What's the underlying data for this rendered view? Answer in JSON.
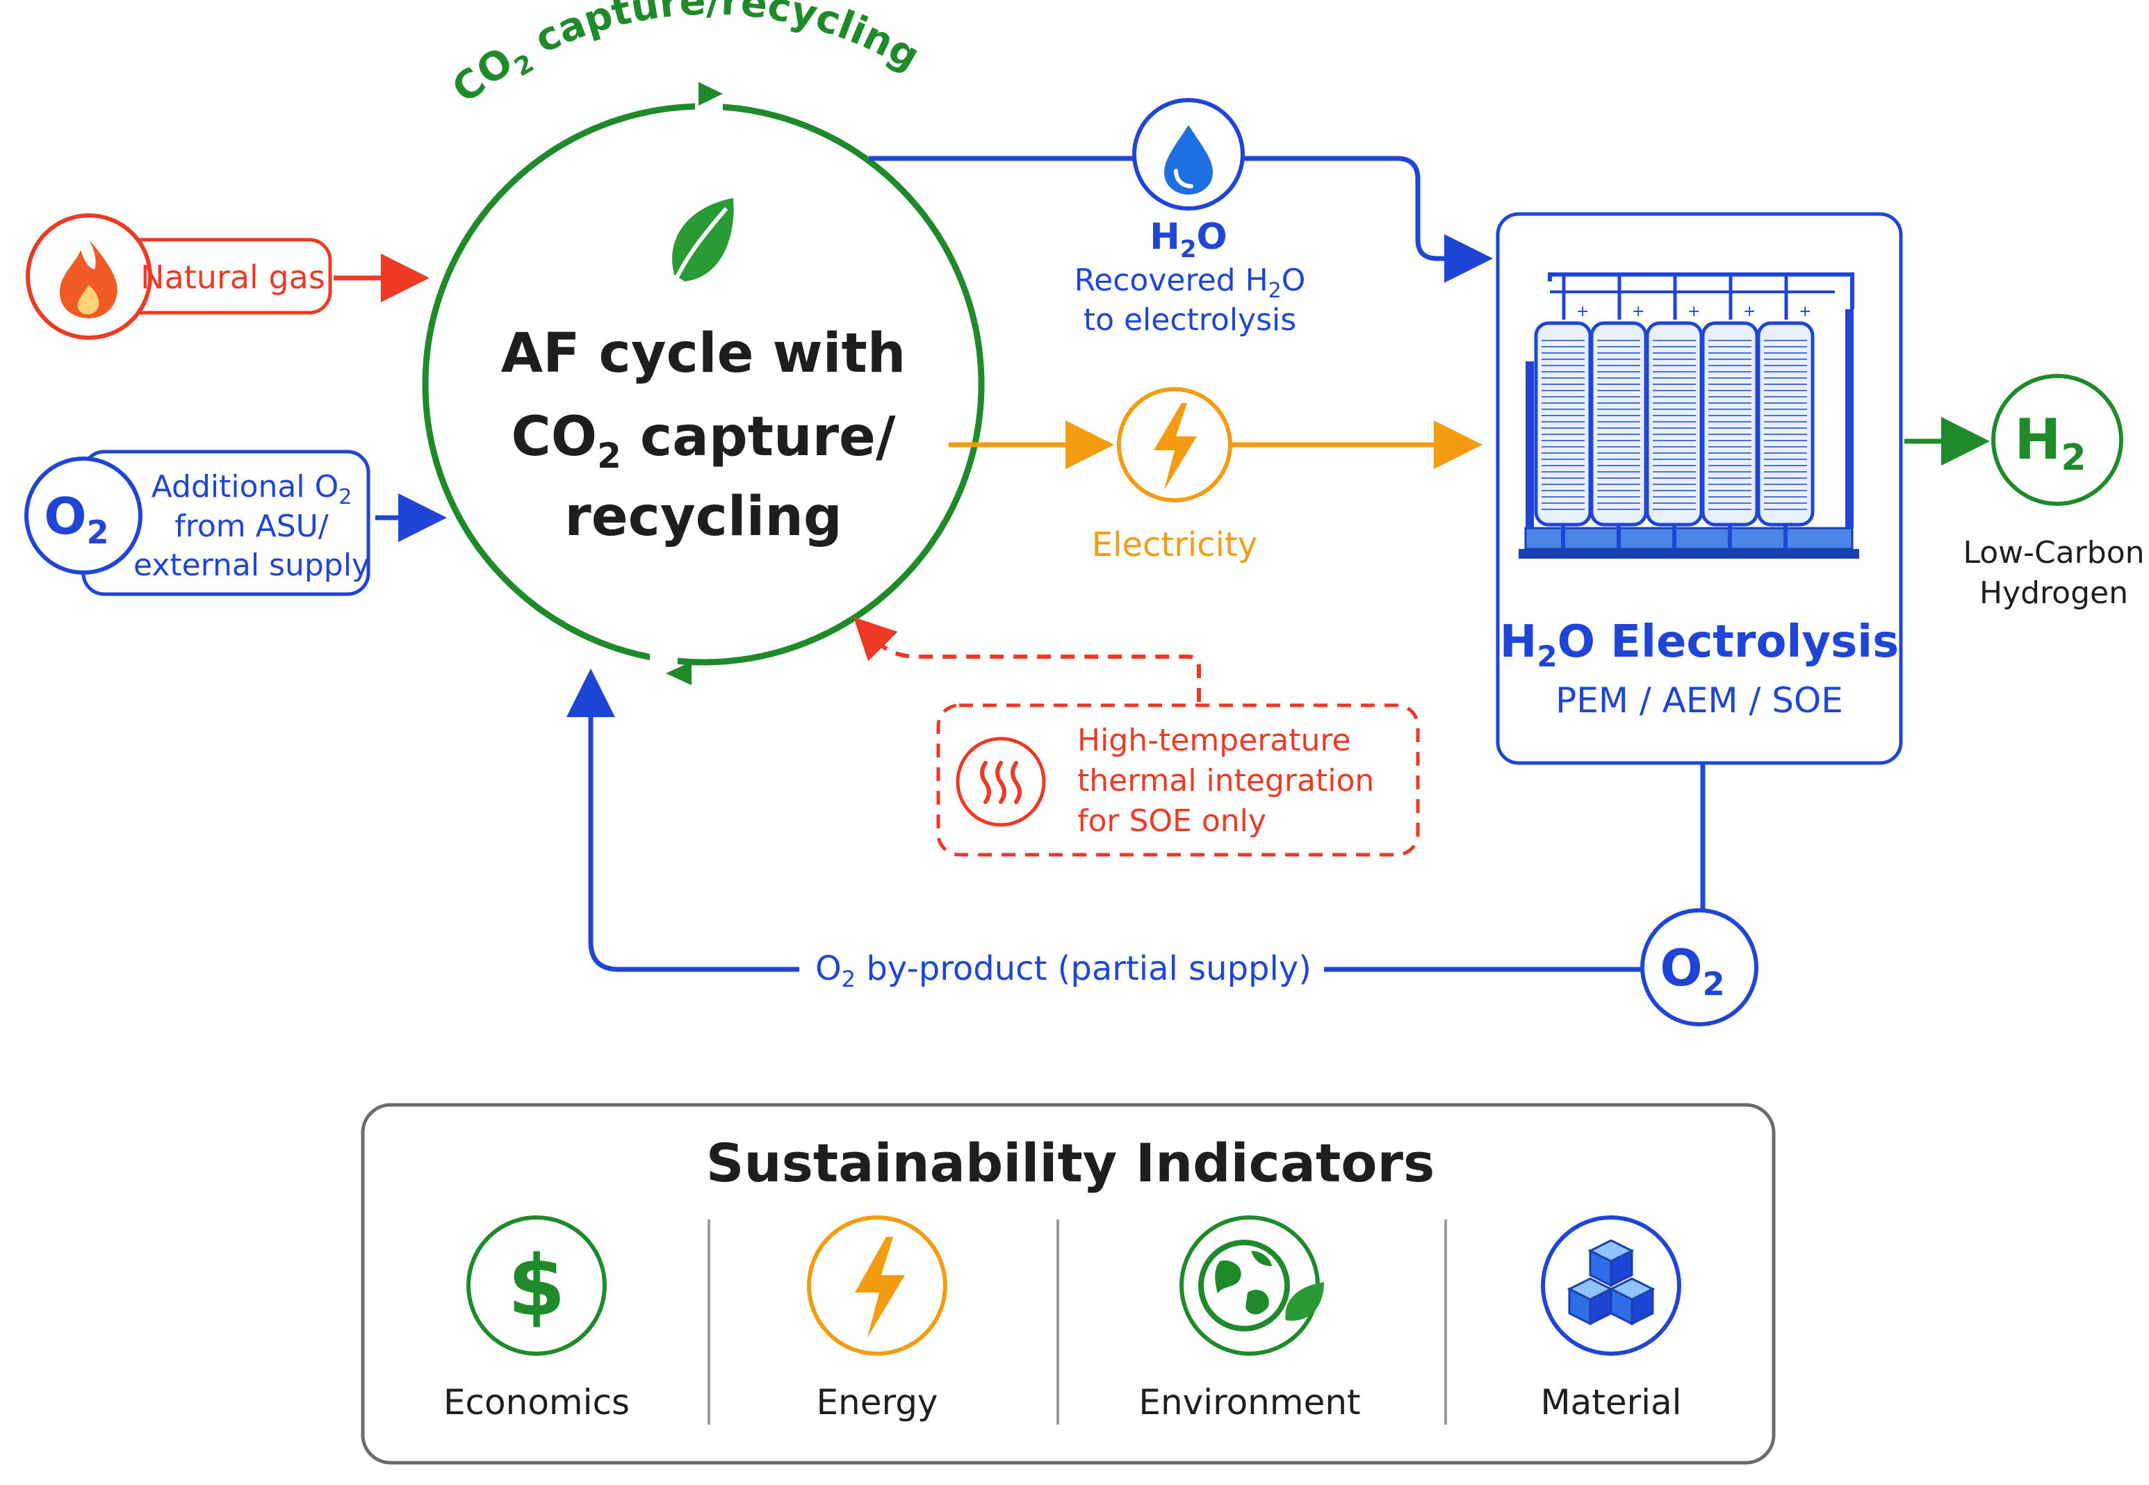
{
  "colors": {
    "green": "#1f8a2a",
    "blue": "#1f45d6",
    "orange": "#f39c12",
    "red": "#ee3a24",
    "dark": "#1e1e1e",
    "panel_border": "#6b6b6b"
  },
  "cycle": {
    "arc_label_pre": "CO",
    "arc_label_sub": "2",
    "arc_label_post": " capture/recycling",
    "title_line1": "AF cycle with",
    "title_line2_pre": "CO",
    "title_line2_sub": "2",
    "title_line2_post": " capture/",
    "title_line3": "recycling",
    "icon": "leaf-icon"
  },
  "inputs": {
    "natural_gas": {
      "label": "Natural gas",
      "icon": "flame-icon"
    },
    "oxygen": {
      "badge_main": "O",
      "badge_sub": "2",
      "line1_pre": "Additional O",
      "line1_sub": "2",
      "line2": "from ASU/",
      "line3": "external supply"
    }
  },
  "water": {
    "label_main": "H",
    "label_sub": "2",
    "label_post": "O",
    "line1_pre": "Recovered H",
    "line1_sub": "2",
    "line1_post": "O",
    "line2": "to electrolysis",
    "icon": "water-drop-icon"
  },
  "electricity": {
    "label": "Electricity",
    "icon": "lightning-icon"
  },
  "thermal": {
    "line1": "High-temperature",
    "line2": "thermal integration",
    "line3": "for SOE only",
    "icon": "heat-icon"
  },
  "electrolysis": {
    "title_pre": "H",
    "title_sub": "2",
    "title_post": "O Electrolysis",
    "subtitle": "PEM / AEM / SOE"
  },
  "hydrogen": {
    "badge_main": "H",
    "badge_sub": "2",
    "line1": "Low-Carbon",
    "line2": "Hydrogen"
  },
  "oxygen_byproduct": {
    "label_pre": "O",
    "label_sub": "2",
    "label_post": " by-product (partial supply)",
    "badge_main": "O",
    "badge_sub": "2"
  },
  "indicators": {
    "title": "Sustainability Indicators",
    "items": [
      {
        "label": "Economics",
        "icon": "dollar-icon"
      },
      {
        "label": "Energy",
        "icon": "lightning-icon"
      },
      {
        "label": "Environment",
        "icon": "globe-leaf-icon"
      },
      {
        "label": "Material",
        "icon": "cubes-icon"
      }
    ]
  }
}
